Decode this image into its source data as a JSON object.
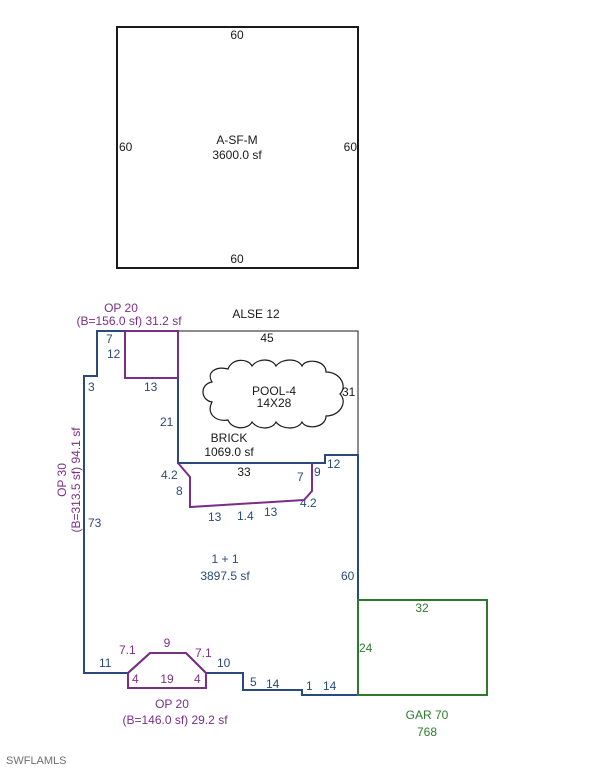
{
  "colors": {
    "black": "#1a1a1a",
    "blue": "#2a4a7a",
    "purple": "#7a2f86",
    "green": "#2d7a2d"
  },
  "top_box": {
    "label": "A-SF-M",
    "area": "3600.0 sf",
    "dim_top": "60",
    "dim_left": "60",
    "dim_right": "60",
    "dim_bottom": "60"
  },
  "alse": {
    "label": "ALSE 12",
    "dim_top": "45",
    "dim_right": "31"
  },
  "pool": {
    "label": "POOL-4",
    "size": "14X28"
  },
  "brick": {
    "label": "BRICK",
    "area": "1069.0 sf"
  },
  "op20_top": {
    "label": "OP 20",
    "detail": "(B=156.0 sf) 31.2 sf",
    "dim_left": "12",
    "dim_bottom": "13"
  },
  "op30": {
    "label": "OP 30",
    "detail": "(B=313.5 sf) 94.1 sf"
  },
  "main": {
    "label": "1 + 1",
    "area": "3897.5 sf",
    "dims": {
      "top_left": "7",
      "left_top": "3",
      "left": "73",
      "inner_left": "21",
      "step_a": "4.2",
      "step_b": "8",
      "bottom_a": "13",
      "bottom_b": "1.4",
      "bottom_c": "13",
      "step_c": "4.2",
      "inner_right": "7",
      "top_right_a": "9",
      "top_right_b": "12",
      "right": "60",
      "inner_top": "33",
      "bottom_left": "11",
      "bottom_right_1": "10",
      "bottom_right_2": "5",
      "bottom_right_3": "14",
      "bottom_right_4": "1",
      "bottom_right_5": "14"
    }
  },
  "op20_bottom": {
    "label": "OP 20",
    "detail": "(B=146.0 sf) 29.2 sf",
    "dim_top": "9",
    "dim_left_diag": "7.1",
    "dim_right_diag": "7.1",
    "dim_left": "4",
    "dim_bottom": "19",
    "dim_right": "4"
  },
  "garage": {
    "label": "GAR 70",
    "area": "768",
    "dim_top": "32",
    "dim_left": "24"
  },
  "watermark": "SWFLAMLS"
}
